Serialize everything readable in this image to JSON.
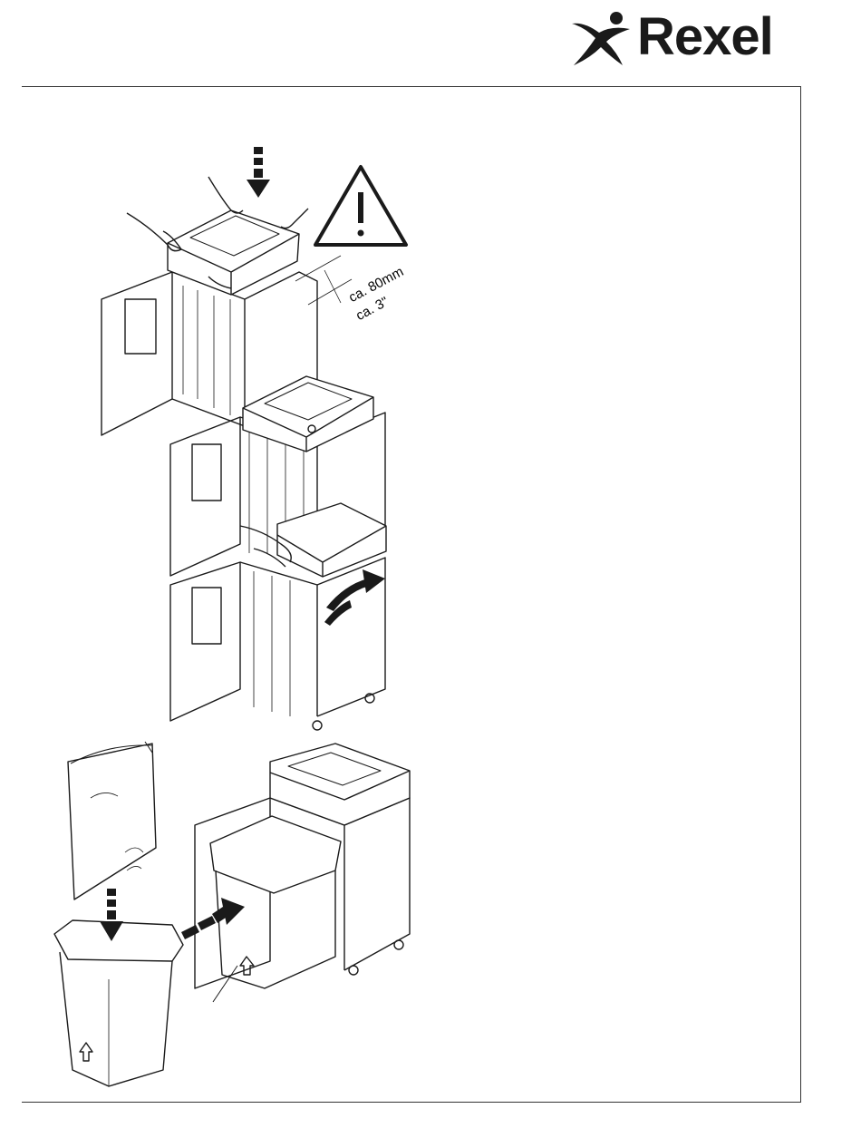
{
  "brand": {
    "name": "Rexel"
  },
  "figure": {
    "warning_icon": "warning-triangle-icon",
    "dimension_metric": "ca. 80mm",
    "dimension_imperial": "ca. 3\""
  },
  "colors": {
    "ink": "#1a1a1a",
    "rule": "#333333",
    "background": "#ffffff"
  }
}
